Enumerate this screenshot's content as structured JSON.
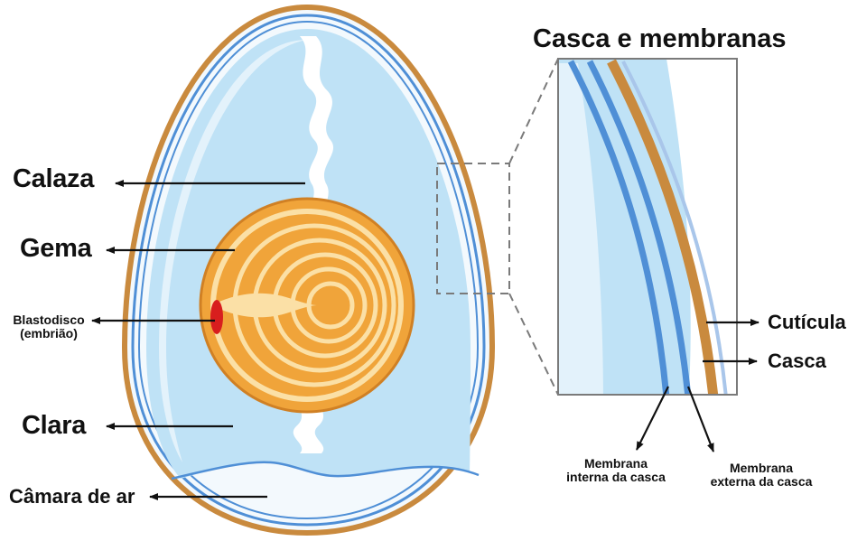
{
  "title": "Casca e membranas",
  "labels": {
    "calaza": "Calaza",
    "gema": "Gema",
    "blastodisco_line1": "Blastodisco",
    "blastodisco_line2": "(embrião)",
    "clara": "Clara",
    "camara": "Câmara de ar",
    "cuticula": "Cutícula",
    "casca": "Casca",
    "membrana_interna_line1": "Membrana",
    "membrana_interna_line2": "interna da casca",
    "membrana_externa_line1": "Membrana",
    "membrana_externa_line2": "externa da casca"
  },
  "colors": {
    "shell": "#c98a3e",
    "membrane": "#4f8fd6",
    "albumen": "#bfe2f6",
    "albumen_light": "#e3f2fb",
    "yolk": "#f0a43a",
    "yolk_ring": "#fbe0a6",
    "blastodisc": "#d81e1e",
    "text": "#111111"
  }
}
